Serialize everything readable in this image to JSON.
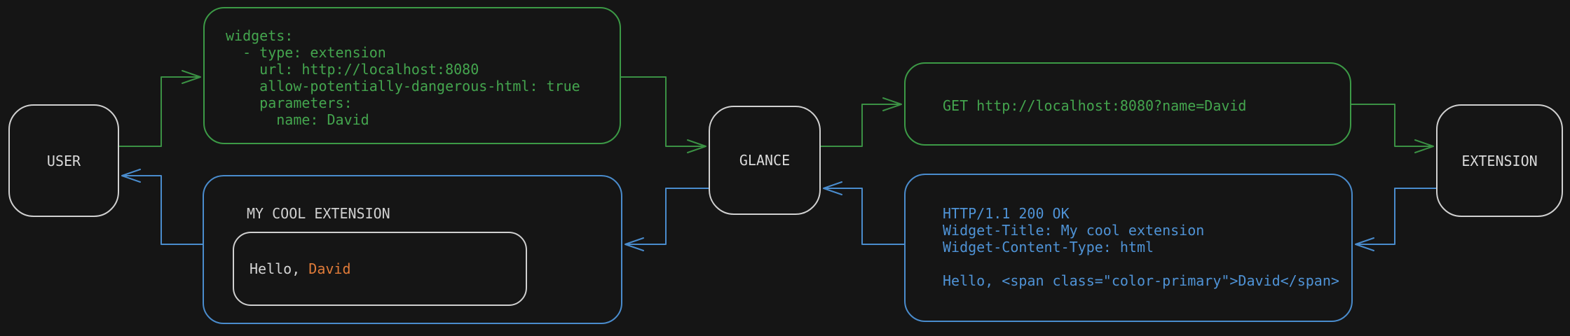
{
  "diagram": {
    "nodes": {
      "user": "USER",
      "glance": "GLANCE",
      "extension": "EXTENSION"
    },
    "config_box": {
      "code": "widgets:\n  - type: extension\n    url: http://localhost:8080\n    allow-potentially-dangerous-html: true\n    parameters:\n      name: David"
    },
    "request_box": {
      "code": "GET http://localhost:8080?name=David"
    },
    "response_box": {
      "code": "HTTP/1.1 200 OK\nWidget-Title: My cool extension\nWidget-Content-Type: html\n\nHello, <span class=\"color-primary\">David</span>"
    },
    "widget_box": {
      "title": "MY COOL EXTENSION",
      "greeting_prefix": "Hello, ",
      "greeting_name": "David"
    },
    "colors": {
      "background": "#151515",
      "green_line": "#3b9144",
      "green_text": "#44a54e",
      "blue_line": "#4a8ccd",
      "blue_text": "#4f93d6",
      "orange_accent": "#e07b39",
      "node_border": "#d0d0d0",
      "text": "#d4d4d4"
    }
  }
}
